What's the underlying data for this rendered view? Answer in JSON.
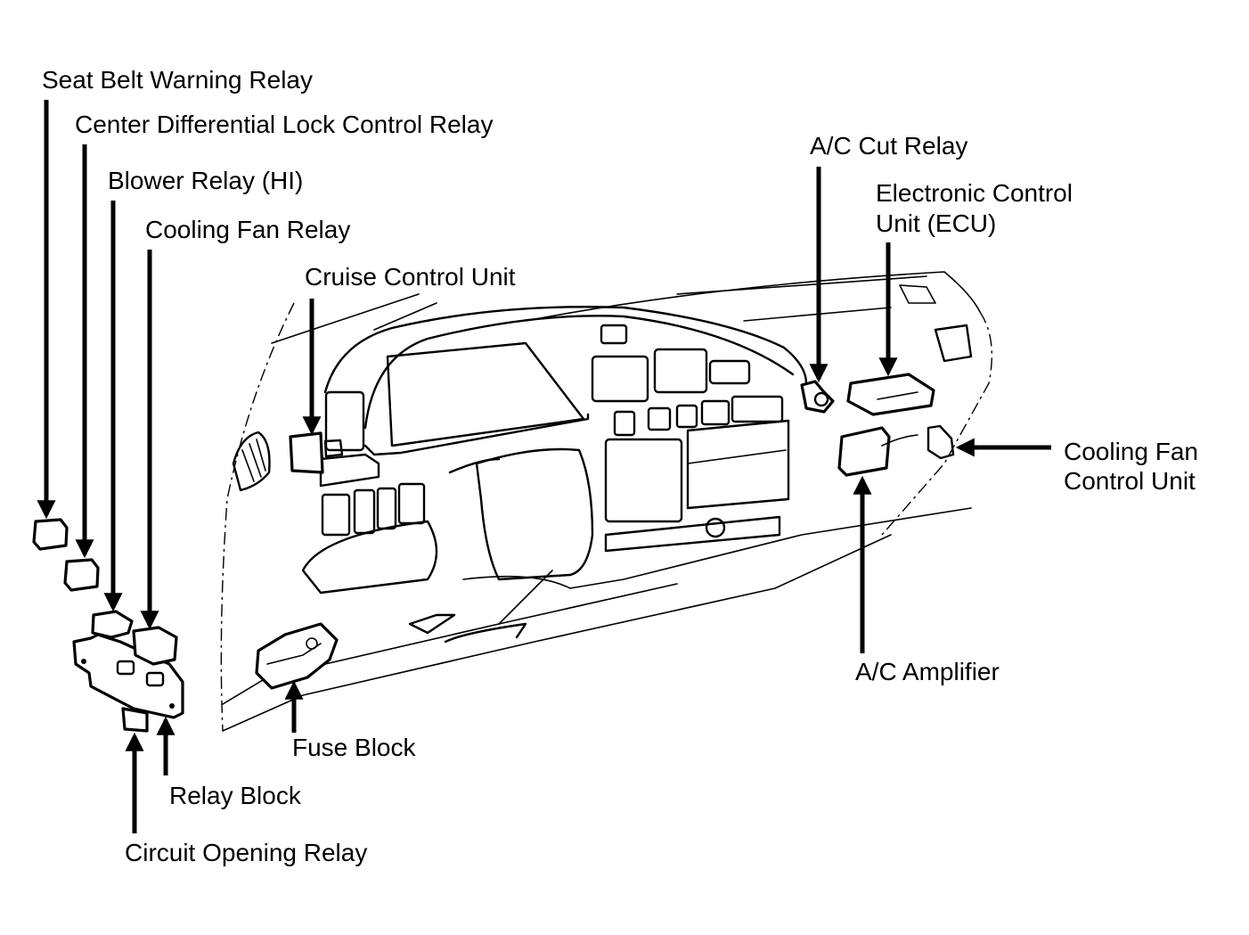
{
  "diagram": {
    "title": "Relay, control unit and fuse block locations (instrument panel)",
    "colors": {
      "ink": "#000000",
      "background": "#ffffff"
    },
    "labels": {
      "seat_belt_warning_relay": "Seat Belt Warning Relay",
      "center_diff_lock_relay": "Center Differential Lock Control Relay",
      "blower_relay_hi": "Blower Relay (HI)",
      "cooling_fan_relay": "Cooling Fan Relay",
      "cruise_control_unit": "Cruise Control Unit",
      "ac_cut_relay": "A/C Cut Relay",
      "ecu_line1": "Electronic Control",
      "ecu_line2": "Unit (ECU)",
      "cooling_fan_control_unit_line1": "Cooling Fan",
      "cooling_fan_control_unit_line2": "Control Unit",
      "ac_amplifier": "A/C Amplifier",
      "fuse_block": "Fuse Block",
      "relay_block": "Relay Block",
      "circuit_opening_relay": "Circuit Opening Relay"
    }
  }
}
